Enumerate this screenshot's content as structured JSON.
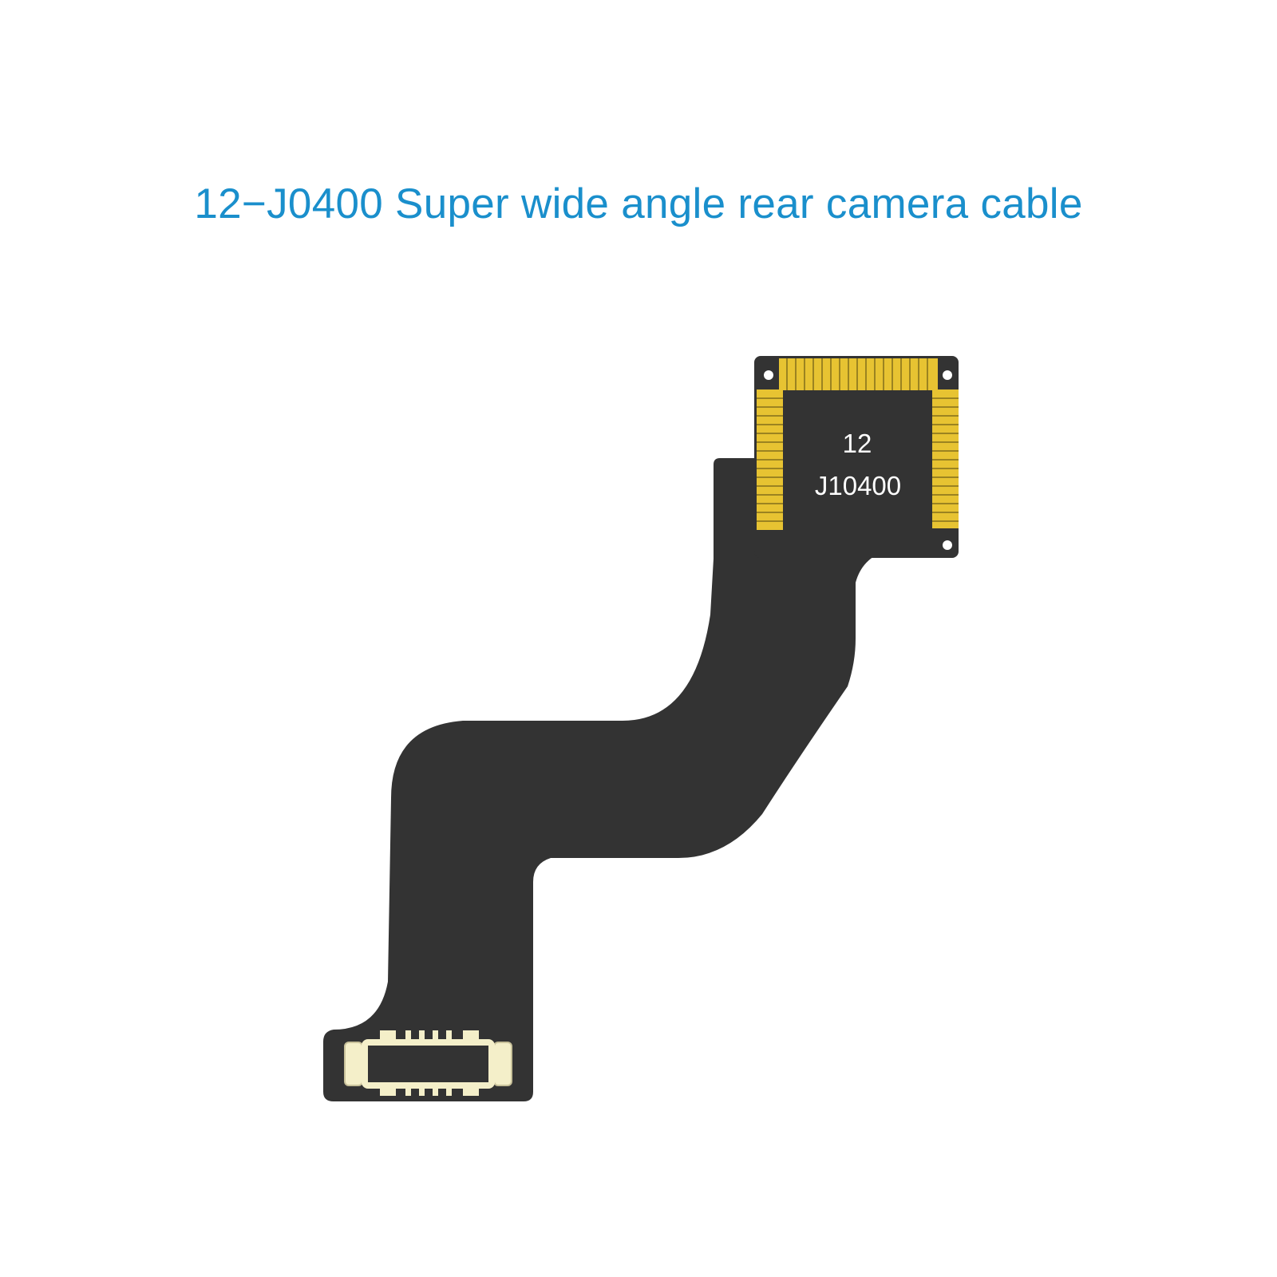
{
  "title": "12−J0400 Super wide angle rear camera cable",
  "pcb_label": {
    "line1": "12",
    "line2": "J10400"
  },
  "colors": {
    "title": "#1a8fcc",
    "cable": "#333333",
    "gold_pad": "#e7c332",
    "connector_pad": "#f4efc9",
    "background": "#ffffff"
  }
}
